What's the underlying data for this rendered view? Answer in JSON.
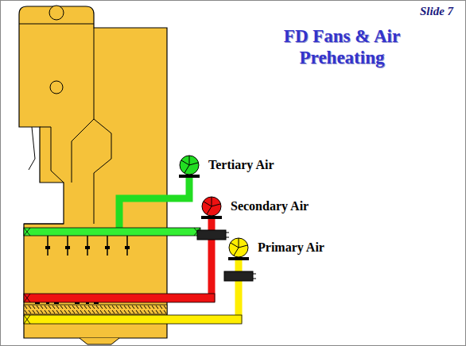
{
  "diagram": {
    "title": "FD Fans & Air Preheating",
    "labels": [
      "Slide 7",
      "Tertiary Air",
      "Secondary Air",
      "Primary Air"
    ]
  }
}
